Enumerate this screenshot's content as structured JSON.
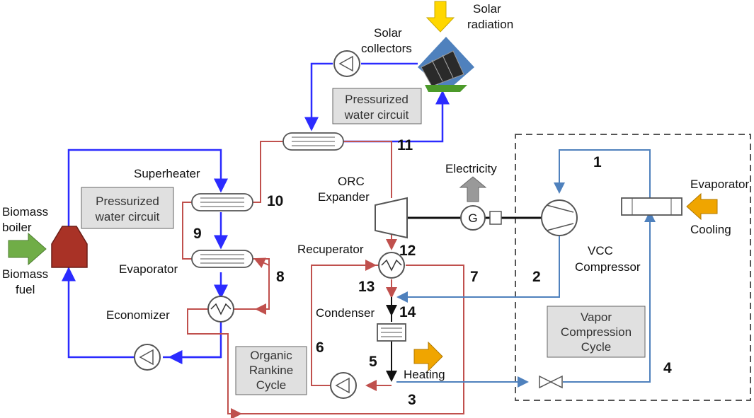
{
  "labels": {
    "solar_radiation_1": "Solar",
    "solar_radiation_2": "radiation",
    "solar_collectors_1": "Solar",
    "solar_collectors_2": "collectors",
    "pressurized_top_1": "Pressurized",
    "pressurized_top_2": "water circuit",
    "pressurized_left_1": "Pressurized",
    "pressurized_left_2": "water circuit",
    "superheater": "Superheater",
    "evaporator_left": "Evaporator",
    "economizer": "Economizer",
    "biomass_boiler_1": "Biomass",
    "biomass_boiler_2": "boiler",
    "biomass_fuel_1": "Biomass",
    "biomass_fuel_2": "fuel",
    "orc_expander_1": "ORC",
    "orc_expander_2": "Expander",
    "electricity": "Electricity",
    "generator": "G",
    "recuperator": "Recuperator",
    "condenser": "Condenser",
    "heating": "Heating",
    "orc_1": "Organic",
    "orc_2": "Rankine",
    "orc_3": "Cycle",
    "evaporator_right": "Evaporator",
    "cooling": "Cooling",
    "vcc_comp_1": "VCC",
    "vcc_comp_2": "Compressor",
    "vcc_box_1": "Vapor",
    "vcc_box_2": "Compression",
    "vcc_box_3": "Cycle"
  },
  "state_points": [
    "1",
    "2",
    "3",
    "4",
    "5",
    "6",
    "7",
    "8",
    "9",
    "10",
    "11",
    "12",
    "13",
    "14"
  ],
  "colors": {
    "hot_line": "#c0504d",
    "blue_line": "#2b2bff",
    "vcc_line": "#4f81bd",
    "boiler": "#a93226",
    "green_arrow": "#70ad47",
    "yellow_arrow": "#ffd700",
    "orange_arrow": "#f0a500",
    "label_box": "#e0e0e0"
  }
}
